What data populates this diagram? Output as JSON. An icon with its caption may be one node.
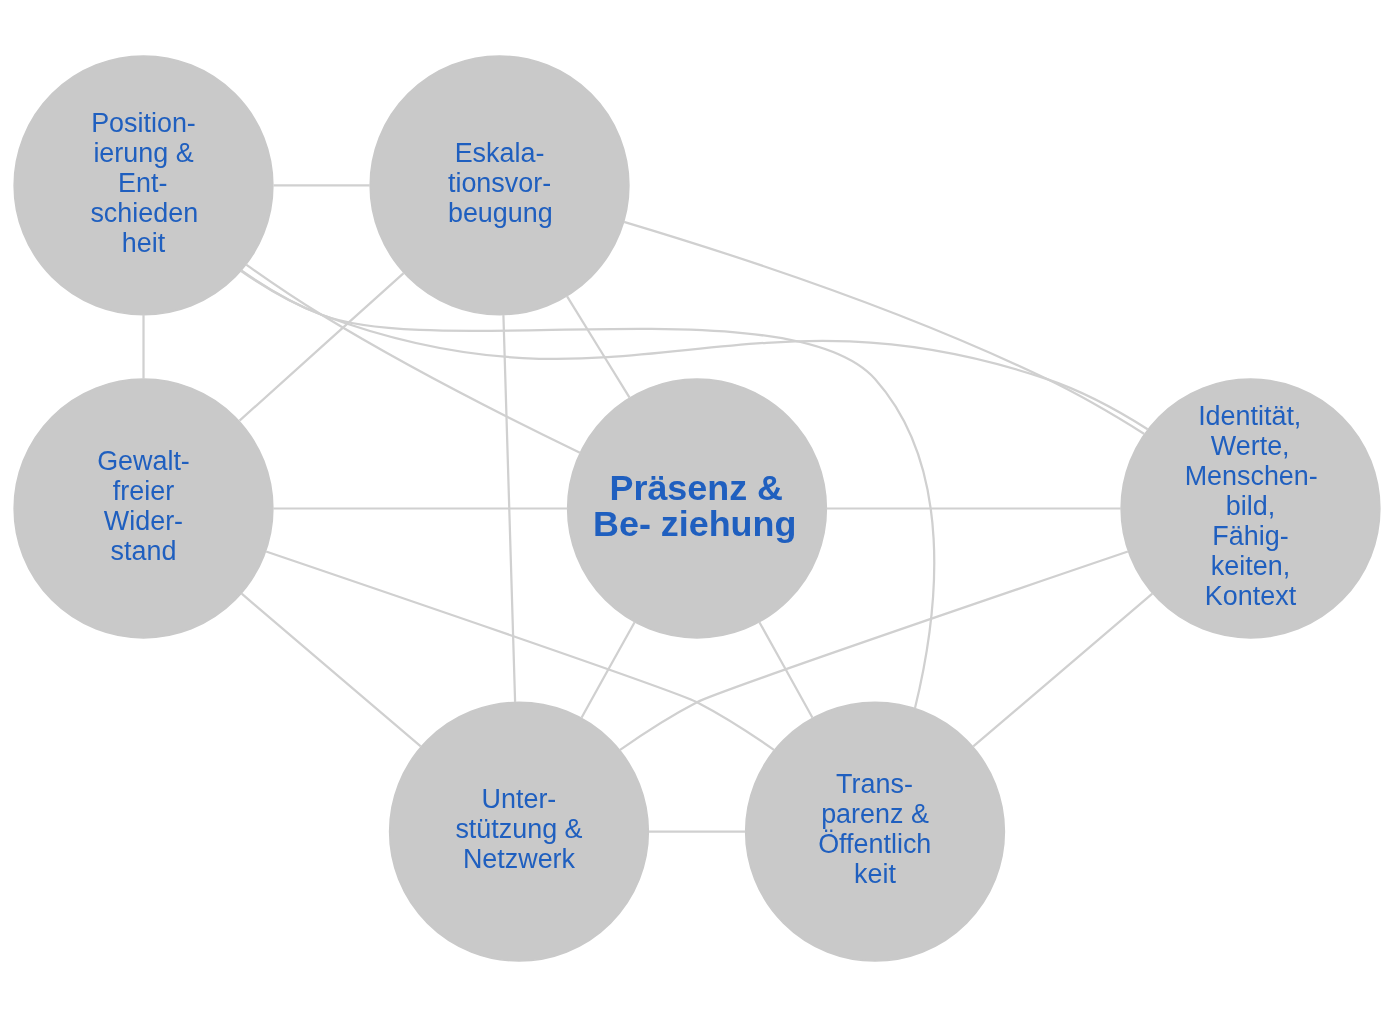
{
  "diagram": {
    "nodes": [
      {
        "text": [
          "Position- ierung & Ent- schieden heit"
        ]
      },
      {
        "text": [
          "Eskala- tionsvor- beugung"
        ]
      },
      {
        "text": [
          "Identität, Werte, Menschen- bild, Fähig- keiten, Kontext"
        ]
      },
      {
        "text": [
          "Präsenz & Be- ziehung"
        ]
      },
      {
        "text": [
          "Gewalt- freier Wider- stand"
        ]
      },
      {
        "text": [
          "Trans- parenz & Öffentlich keit"
        ]
      },
      {
        "text": [
          "Unter- stützung & Netzwerk"
        ]
      }
    ],
    "edges": [
      {
        "from": 0,
        "to": 1,
        "arrow": "none"
      },
      {
        "from": 1,
        "to": 4,
        "arrow": "none"
      },
      {
        "from": 4,
        "to": 6,
        "arrow": "none"
      },
      {
        "from": 6,
        "to": 5,
        "arrow": "none"
      },
      {
        "from": 5,
        "to": 2,
        "arrow": "none"
      },
      {
        "from": 2,
        "to": 0,
        "arrow": "none"
      },
      {
        "from": 3,
        "to": 0,
        "arrow": "none"
      },
      {
        "from": 3,
        "to": 1,
        "arrow": "none"
      },
      {
        "from": 3,
        "to": 2,
        "arrow": "none"
      },
      {
        "from": 3,
        "to": 4,
        "arrow": "none"
      },
      {
        "from": 3,
        "to": 5,
        "arrow": "none"
      },
      {
        "from": 3,
        "to": 6,
        "arrow": "none"
      },
      {
        "from": 0,
        "to": 4,
        "arrow": "none"
      },
      {
        "from": 0,
        "to": 5,
        "arrow": "none"
      },
      {
        "from": 1,
        "to": 2,
        "arrow": "none"
      },
      {
        "from": 1,
        "to": 6,
        "arrow": "none"
      },
      {
        "from": 2,
        "to": 6,
        "arrow": "none"
      },
      {
        "from": 5,
        "to": 4,
        "arrow": "none"
      }
    ]
  }
}
